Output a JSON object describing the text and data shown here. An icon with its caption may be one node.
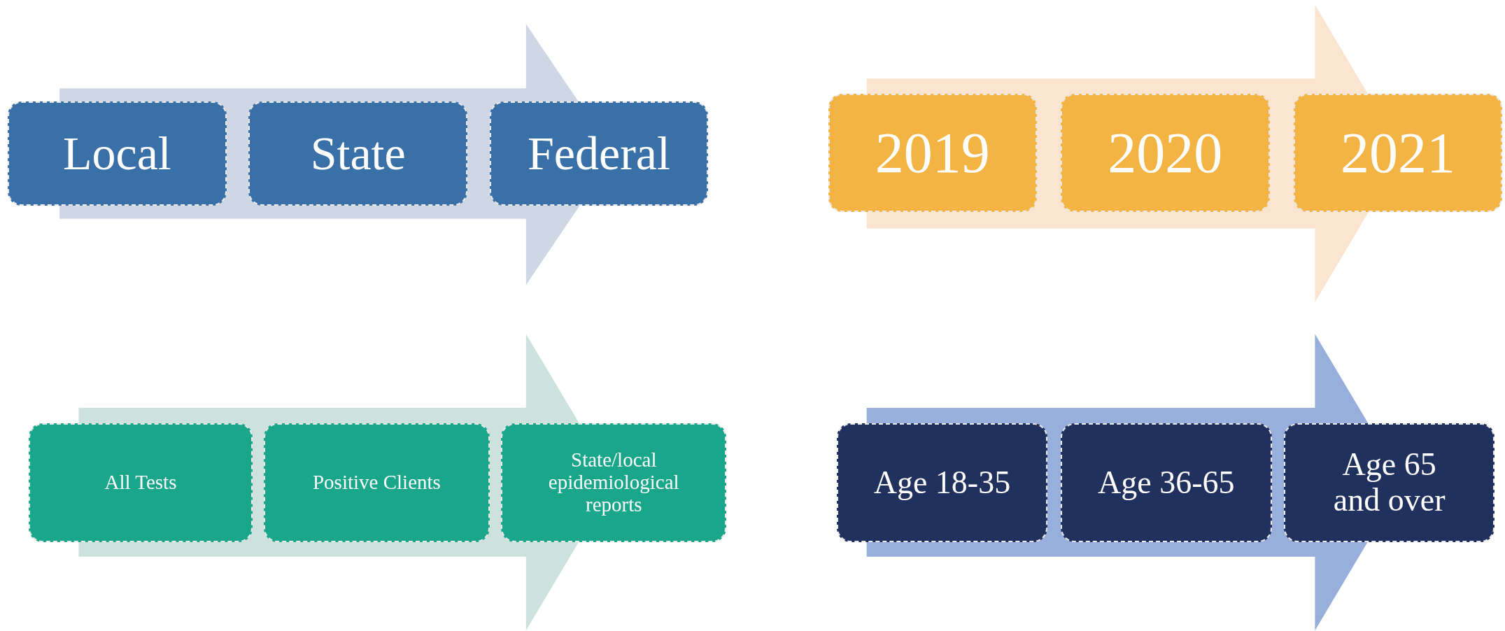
{
  "diagram": {
    "nodes": [
      {
        "text": [
          "Local"
        ]
      },
      {
        "text": [
          "State"
        ]
      },
      {
        "text": [
          "Federal"
        ]
      },
      {
        "text": [
          "2019"
        ]
      },
      {
        "text": [
          "2020"
        ]
      },
      {
        "text": [
          "2021"
        ]
      },
      {
        "text": [
          "All Tests"
        ]
      },
      {
        "text": [
          "Positive Clients"
        ]
      },
      {
        "text": [
          "State/local epidemiological reports"
        ]
      },
      {
        "text": [
          "Age 18-35"
        ]
      },
      {
        "text": [
          "Age 36-65"
        ]
      },
      {
        "text": [
          "Age 65 and over"
        ]
      }
    ],
    "edges": [
      {
        "from": 0,
        "to": 2,
        "arrow": "to"
      },
      {
        "from": 3,
        "to": 5,
        "arrow": "to"
      },
      {
        "from": 6,
        "to": 8,
        "arrow": "to"
      },
      {
        "from": 9,
        "to": 11,
        "arrow": "to"
      }
    ]
  }
}
